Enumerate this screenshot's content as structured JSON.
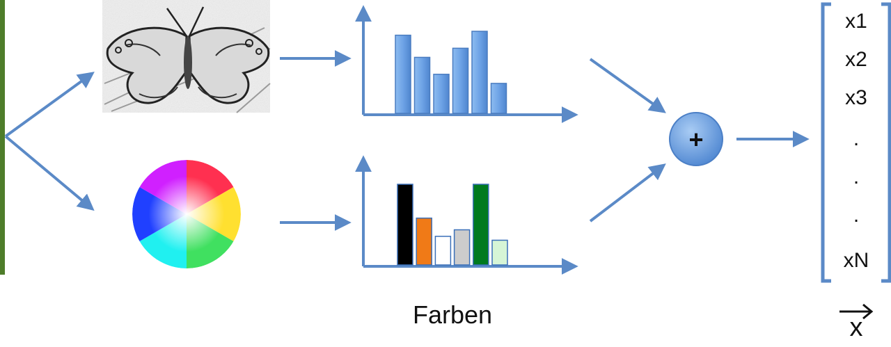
{
  "feature_label": "Farben",
  "vector": {
    "entries": [
      "x1",
      "x2",
      "x3",
      ".",
      ".",
      ".",
      "xN"
    ],
    "name": "x"
  },
  "combine_symbol": "+",
  "colors": {
    "arrow": "#5b8ac7",
    "bar_blue": "#6ea3e6",
    "plus_fill": "#6ea3e6",
    "bracket": "#5b8ac7"
  },
  "chart_data": [
    {
      "type": "bar",
      "series": [
        {
          "values": [
            6,
            4.3,
            3,
            5,
            6.3,
            2.3
          ]
        }
      ],
      "bar_colors": [
        "#6ea3e6",
        "#6ea3e6",
        "#6ea3e6",
        "#6ea3e6",
        "#6ea3e6",
        "#6ea3e6"
      ]
    },
    {
      "type": "bar",
      "series": [
        {
          "values": [
            6.2,
            3.6,
            2.2,
            2.7,
            6.2,
            1.9
          ]
        }
      ],
      "bar_colors": [
        "#000000",
        "#f07a17",
        "#ffffff",
        "#cccccc",
        "#007a1f",
        "#d6f5d6"
      ]
    }
  ]
}
